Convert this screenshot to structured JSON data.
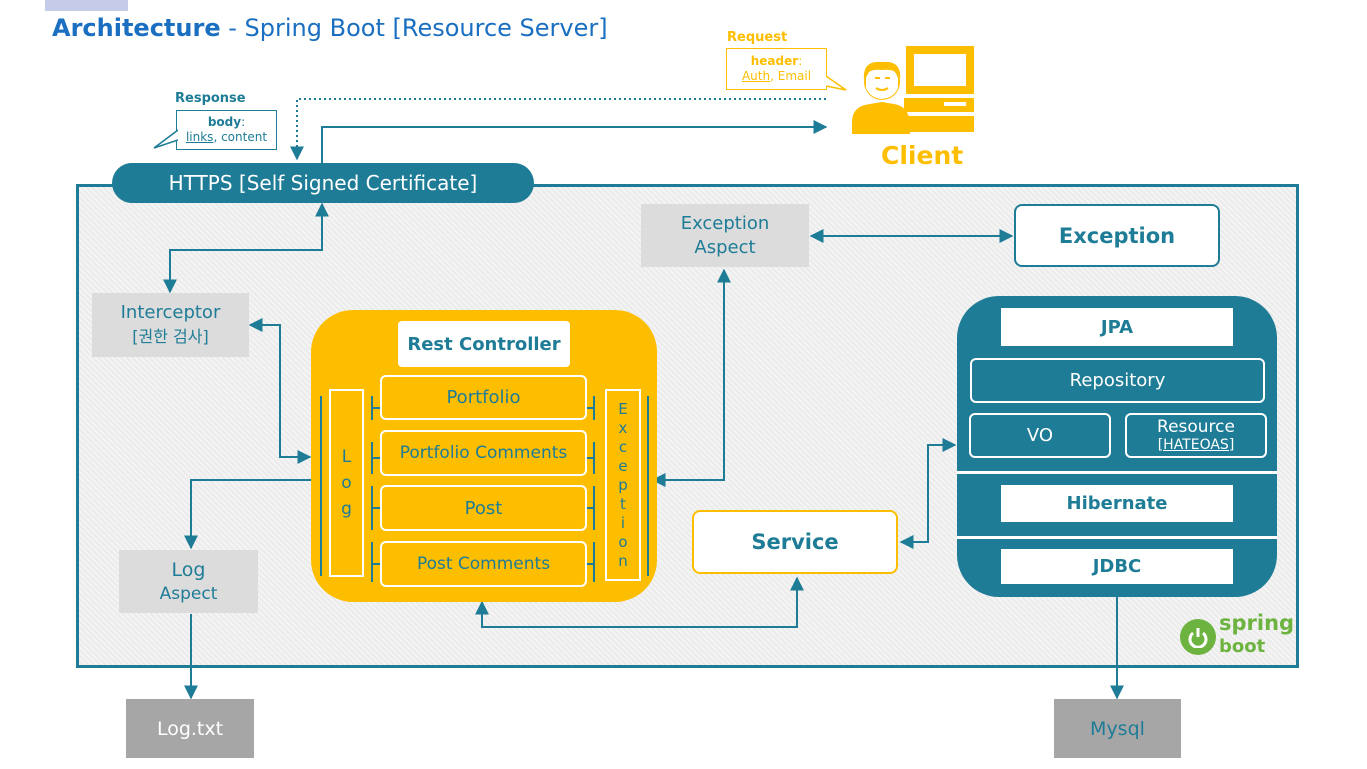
{
  "title": {
    "bold": "Architecture",
    "rest": " - Spring Boot [Resource Server]"
  },
  "request": {
    "label": "Request",
    "header_key": "header",
    "header_sep": ":",
    "auth": "Auth",
    "comma": ", ",
    "email": "Email"
  },
  "response": {
    "label": "Response",
    "body_key": "body",
    "body_sep": ":",
    "links": "links",
    "comma": ", ",
    "content": "content"
  },
  "client": {
    "label": "Client",
    "icon": "client-computer-icon"
  },
  "https": {
    "label": "HTTPS [Self Signed Certificate]"
  },
  "interceptor": {
    "line1": "Interceptor",
    "line2": "[권한 검사]"
  },
  "exception_aspect": {
    "line1": "Exception",
    "line2": "Aspect"
  },
  "exception": {
    "label": "Exception"
  },
  "rest_controller": {
    "title": "Rest Controller",
    "items": [
      "Portfolio",
      "Portfolio Comments",
      "Post",
      "Post Comments"
    ],
    "log_letters": [
      "L",
      "o",
      "g"
    ],
    "exception_letters": [
      "E",
      "x",
      "c",
      "e",
      "p",
      "t",
      "i",
      "o",
      "n"
    ]
  },
  "log_aspect": {
    "line1": "Log",
    "line2": "Aspect"
  },
  "service": {
    "label": "Service"
  },
  "persistence": {
    "jpa": "JPA",
    "repository": "Repository",
    "vo": "VO",
    "resource_line1": "Resource",
    "resource_line2": "[HATEOAS]",
    "hibernate": "Hibernate",
    "jdbc": "JDBC"
  },
  "log_txt": {
    "label": "Log.txt"
  },
  "mysql": {
    "label": "Mysql"
  },
  "spring_logo": {
    "top": "spring",
    "bottom": "boot",
    "icon": "spring-power-icon"
  },
  "colors": {
    "teal": "#1e7c96",
    "yellow": "#fdbe00",
    "grey": "#dcdcdc",
    "dark_grey": "#a6a6a6",
    "logo_green": "#6db33f"
  }
}
